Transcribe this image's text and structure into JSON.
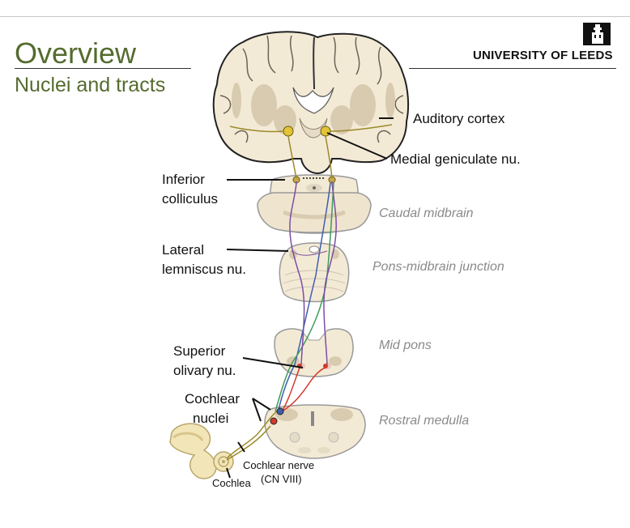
{
  "header": {
    "title": "Overview",
    "subtitle": "Nuclei and tracts",
    "university": "UNIVERSITY OF LEEDS"
  },
  "labels": {
    "auditory_cortex": "Auditory cortex",
    "medial_geniculate": "Medial geniculate nu.",
    "inferior_colliculus_1": "Inferior",
    "inferior_colliculus_2": "colliculus",
    "lateral_lemniscus_1": "Lateral",
    "lateral_lemniscus_2": "lemniscus nu.",
    "superior_olivary_1": "Superior",
    "superior_olivary_2": "olivary nu.",
    "cochlear_nuclei_1": "Cochlear",
    "cochlear_nuclei_2": "nuclei",
    "cochlear_nerve_1": "Cochlear nerve",
    "cochlear_nerve_2": "(CN VIII)",
    "cochlea": "Cochlea"
  },
  "levels": {
    "caudal_midbrain": "Caudal midbrain",
    "pons_midbrain": "Pons-midbrain junction",
    "mid_pons": "Mid pons",
    "rostral_medulla": "Rostral medulla"
  },
  "colors": {
    "title": "#556b2f",
    "tissue": "#f3ead6",
    "gray_matter": "#d9cbb0",
    "nucleus": "#e2c437",
    "tract_purple": "#7b4ea3",
    "tract_green": "#3f9a5a",
    "tract_blue": "#3e5fae",
    "tract_red": "#d23a2a",
    "tract_olive": "#9c8a2a",
    "level_text": "#8a8a8a"
  }
}
